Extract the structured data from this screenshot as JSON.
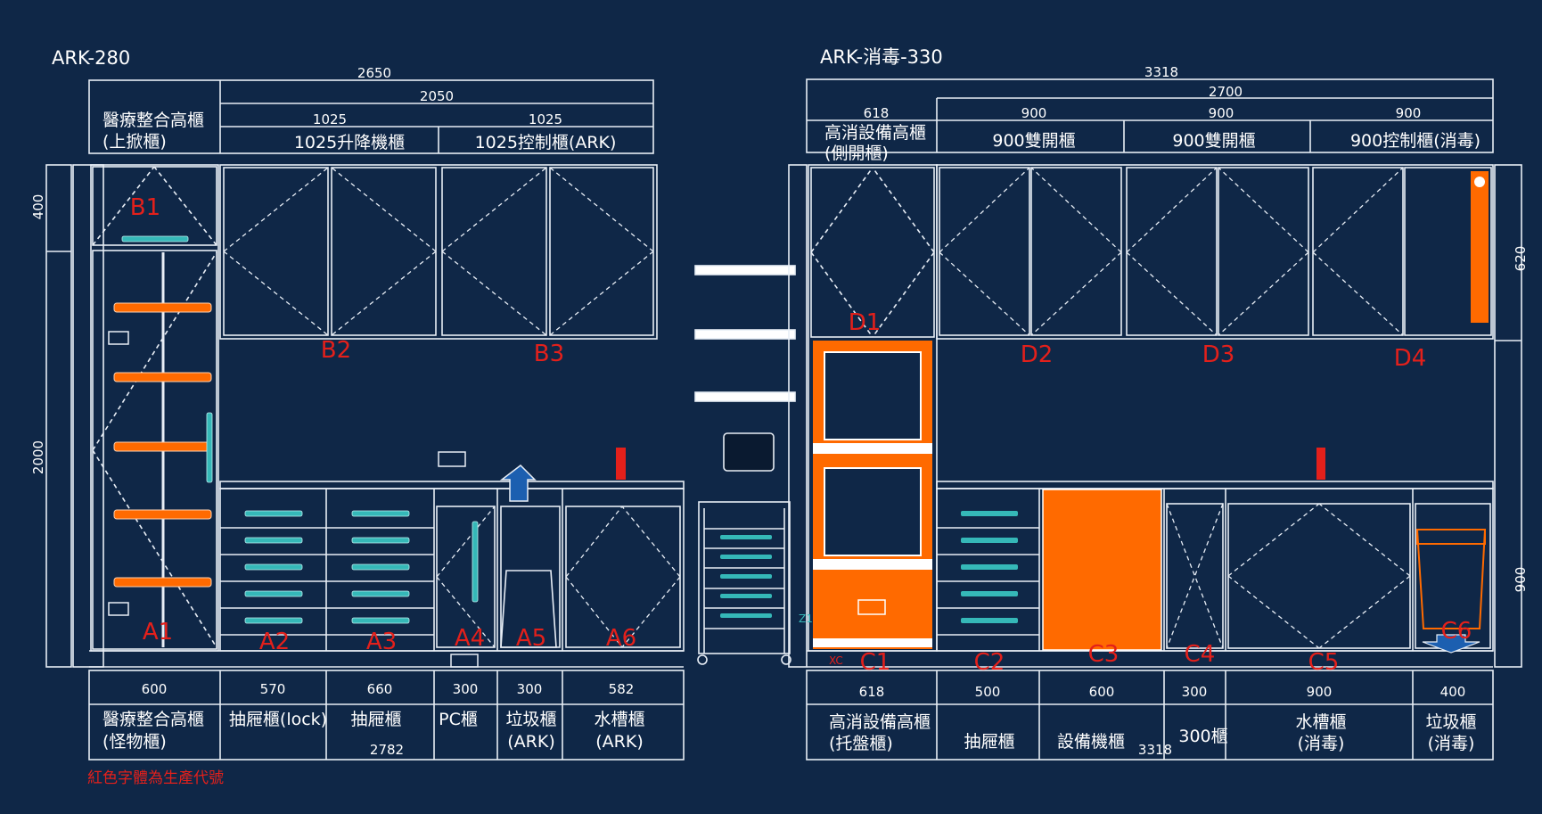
{
  "left": {
    "title": "ARK-280",
    "total_width": "2650",
    "sub_width": "2050",
    "upper_widths": [
      "1025",
      "1025"
    ],
    "upper_labels": [
      "1025升降機櫃",
      "1025控制櫃(ARK)"
    ],
    "tall_label_1": "醫療整合高櫃",
    "tall_label_2": "(上掀櫃)",
    "height_upper": "400",
    "height_total": "2000",
    "codes": [
      "B1",
      "B2",
      "B3",
      "A1",
      "A2",
      "A3",
      "A4",
      "A5",
      "A6"
    ],
    "bottom_widths": [
      "600",
      "570",
      "660",
      "300",
      "300",
      "582"
    ],
    "bottom_labels": [
      [
        "醫療整合高櫃",
        "(怪物櫃)"
      ],
      [
        "抽屜櫃(lock)",
        ""
      ],
      [
        "抽屜櫃",
        ""
      ],
      [
        "PC櫃",
        ""
      ],
      [
        "垃圾櫃",
        "(ARK)"
      ],
      [
        "水槽櫃",
        "(ARK)"
      ]
    ],
    "bottom_total": "2782"
  },
  "right": {
    "title": "ARK-消毒-330",
    "total_width": "3318",
    "sub_width": "2700",
    "tall_width": "618",
    "upper_widths": [
      "900",
      "900",
      "900"
    ],
    "upper_labels": [
      "900雙開櫃",
      "900雙開櫃",
      "900控制櫃(消毒)"
    ],
    "tall_label_1": "高消設備高櫃",
    "tall_label_2": "(側開櫃)",
    "height_upper": "620",
    "height_lower": "900",
    "codes": [
      "D1",
      "D2",
      "D3",
      "D4",
      "C1",
      "C2",
      "C3",
      "C4",
      "C5",
      "C6"
    ],
    "bottom_widths": [
      "618",
      "500",
      "600",
      "300",
      "900",
      "400"
    ],
    "bottom_labels": [
      [
        "高消設備高櫃",
        "(托盤櫃)"
      ],
      [
        "抽屜櫃",
        ""
      ],
      [
        "設備機櫃",
        ""
      ],
      [
        "300櫃",
        ""
      ],
      [
        "水槽櫃",
        "(消毒)"
      ],
      [
        "垃圾櫃",
        "(消毒)"
      ]
    ],
    "bottom_total": "3318",
    "axis_labels": [
      "XC",
      "Z1"
    ]
  },
  "note": "紅色字體為生產代號",
  "colors": {
    "background": "#0f2747",
    "line": "#e8eef6",
    "orange": "#ff6a00",
    "code_red": "#e3201b",
    "handle": "#35b8b8"
  }
}
